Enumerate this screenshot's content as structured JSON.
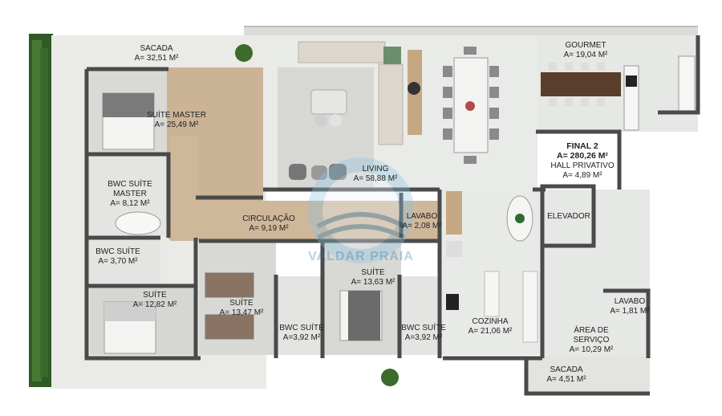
{
  "rooms": {
    "sacada_main": {
      "name": "SACADA",
      "area": "A= 32,51 M²"
    },
    "gourmet": {
      "name": "GOURMET",
      "area": "A= 19,04 M²"
    },
    "suite_master": {
      "name": "SUÍTE MASTER",
      "area": "A= 25,49 M²"
    },
    "final2": {
      "name": "FINAL 2",
      "area": "A= 280,26 M²"
    },
    "hall": {
      "name": "HALL PRIVATIVO",
      "area": "A= 4,89 M²"
    },
    "living": {
      "name": "LIVING",
      "area": "A= 58,88 M²"
    },
    "bwc_master": {
      "name": "BWC SUÍTE MASTER",
      "area": "A= 8,12 M²"
    },
    "elevador": {
      "name": "ELEVADOR"
    },
    "circulacao": {
      "name": "CIRCULAÇÃO",
      "area": "A= 9,19 M²"
    },
    "lavabo1": {
      "name": "LAVABO",
      "area": "A= 2,08 M²"
    },
    "bwc_suite1": {
      "name": "BWC SUÍTE",
      "area": "A= 3,70 M²"
    },
    "suite2": {
      "name": "SUÍTE",
      "area": "A= 13,63 M²"
    },
    "suite1": {
      "name": "SUÍTE",
      "area": "A= 12,82 M²"
    },
    "suite3": {
      "name": "SUÍTE",
      "area": "A= 13,47 M²"
    },
    "lavabo2": {
      "name": "LAVABO",
      "area": "A= 1,81 M²"
    },
    "bwc_suite2": {
      "name": "BWC SUÍTE",
      "area": "A=3,92 M²"
    },
    "bwc_suite3": {
      "name": "BWC SUÍTE",
      "area": "A=3,92 M²"
    },
    "cozinha": {
      "name": "COZINHA",
      "area": "A= 21,06 M²"
    },
    "area_servico": {
      "name": "ÁREA DE SERVIÇO",
      "area": "A= 10,29 M²"
    },
    "sacada_small": {
      "name": "SACADA",
      "area": "A= 4,51 M²"
    }
  },
  "watermark": {
    "text": "VALDAR PRAIA"
  },
  "colors": {
    "wall": "#4a4a4a",
    "floor_tile": "#e9ebe8",
    "wood": "#cbb395",
    "carpet": "#d8d8d6",
    "terrace": "#eaeae6",
    "garden": "#3c6b2c",
    "kitchen_wood": "#c5a882",
    "table_dark": "#5a3e2c"
  }
}
